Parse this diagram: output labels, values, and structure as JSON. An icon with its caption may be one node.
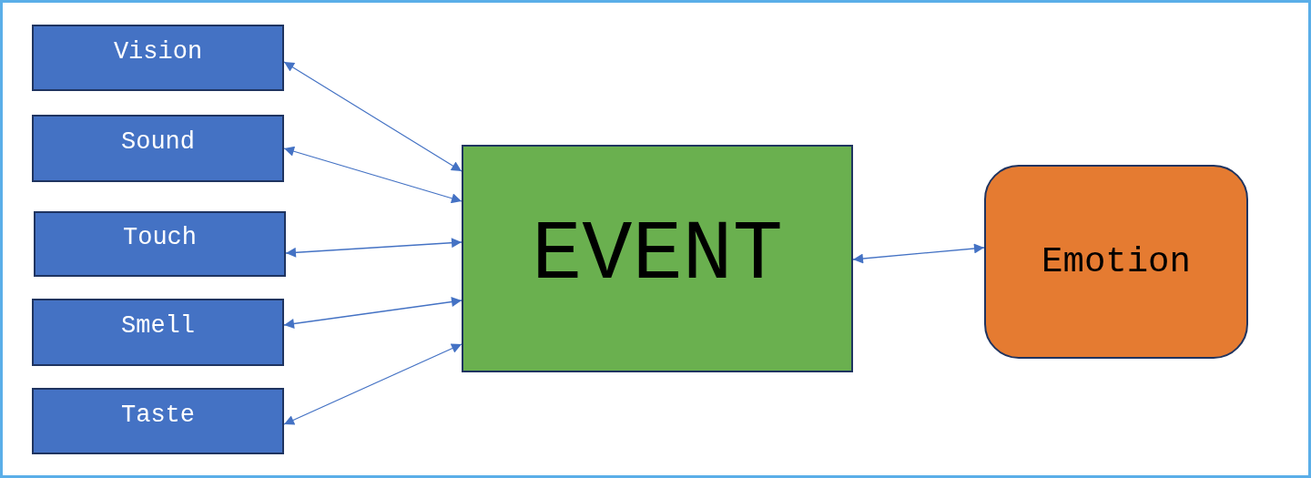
{
  "diagram": {
    "nodes": [
      {
        "text": [
          "Vision"
        ]
      },
      {
        "text": [
          "Sound"
        ]
      },
      {
        "text": [
          "Touch"
        ]
      },
      {
        "text": [
          "Smell"
        ]
      },
      {
        "text": [
          "Taste"
        ]
      },
      {
        "text": [
          "EVENT"
        ]
      },
      {
        "text": [
          "Emotion"
        ]
      }
    ],
    "edges": [
      {
        "from": 0,
        "to": 5,
        "arrow": "both"
      },
      {
        "from": 1,
        "to": 5,
        "arrow": "both"
      },
      {
        "from": 2,
        "to": 5,
        "arrow": "both"
      },
      {
        "from": 3,
        "to": 5,
        "arrow": "both"
      },
      {
        "from": 4,
        "to": 5,
        "arrow": "both"
      },
      {
        "from": 5,
        "to": 6,
        "arrow": "both"
      }
    ]
  }
}
